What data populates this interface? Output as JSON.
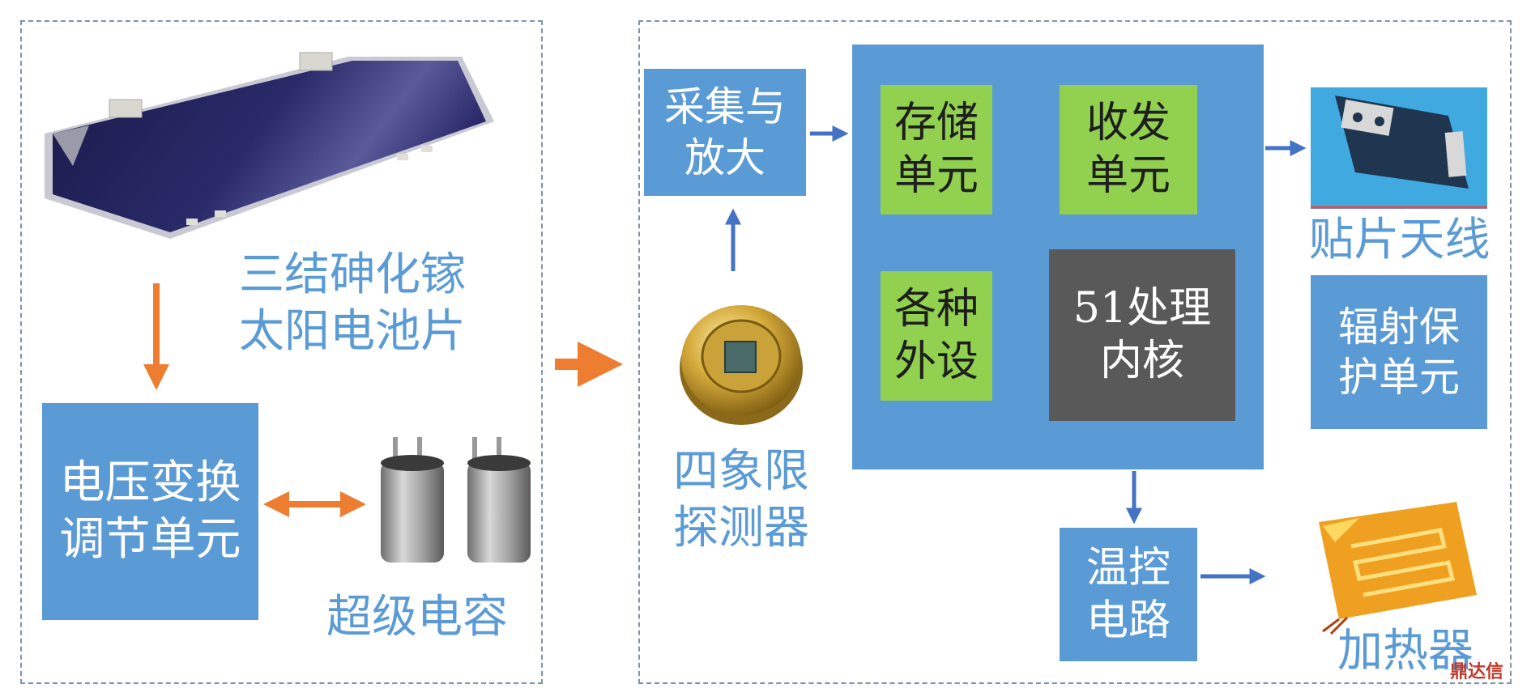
{
  "labels": {
    "solar_cell": "三结砷化镓\n太阳电池片",
    "voltage_unit": "电压变换\n调节单元",
    "supercap": "超级电容",
    "acquire_amplify": "采集与\n放大",
    "quad_detector": "四象限\n探测器",
    "storage_unit": "存储\n单元",
    "transceiver_unit": "收发\n单元",
    "peripherals": "各种\n外设",
    "core_51": "51处理\n内核",
    "patch_antenna": "贴片天线",
    "radiation_protection": "辐射保\n护单元",
    "temp_control": "温控\n电路",
    "heater": "加热器"
  },
  "watermark": "鼎达信",
  "colors": {
    "box_blue": "#5b9bd5",
    "box_green": "#92d050",
    "box_dark": "#595959",
    "arrow_orange": "#ed7d31",
    "arrow_blue": "#4472c4",
    "label_blue": "#5b9bd5"
  }
}
